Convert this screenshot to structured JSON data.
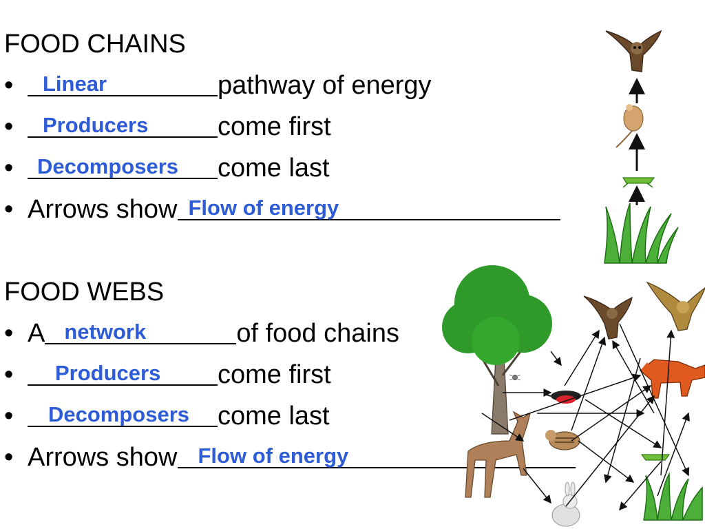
{
  "food_chains": {
    "heading": "FOOD CHAINS",
    "bullets": [
      {
        "answer": "Linear",
        "before": "",
        "after": " pathway of energy"
      },
      {
        "answer": "Producers",
        "before": "",
        "after": " come first"
      },
      {
        "answer": "Decomposers",
        "before": "",
        "after": " come last"
      },
      {
        "answer": "Flow of energy",
        "before": "Arrows show ",
        "after": ""
      }
    ]
  },
  "food_webs": {
    "heading": "FOOD WEBS",
    "bullets": [
      {
        "answer": "network",
        "before": "A ",
        "after": " of food chains"
      },
      {
        "answer": "Producers",
        "before": "",
        "after": " come first"
      },
      {
        "answer": "Decomposers",
        "before": "",
        "after": "come last"
      },
      {
        "answer": "Flow of energy",
        "before": "Arrows show ",
        "after": ""
      }
    ]
  },
  "bullet_char": "•",
  "colors": {
    "answer": "#2e5bd6",
    "text": "#000000"
  },
  "illustrations": {
    "chain": [
      "owl-icon",
      "mouse-icon",
      "grasshopper-icon",
      "grass-icon"
    ],
    "web": [
      "tree-icon",
      "owl-icon",
      "hawk-icon",
      "fox-icon",
      "bird-icon",
      "chipmunk-icon",
      "deer-icon",
      "rabbit-icon",
      "grasshopper-icon",
      "grass-icon",
      "spider-icon"
    ]
  }
}
